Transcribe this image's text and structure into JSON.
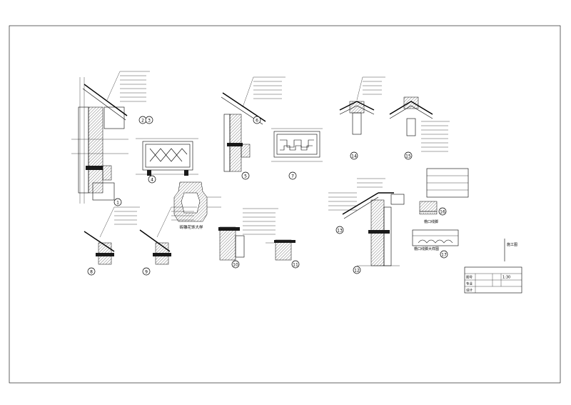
{
  "sheet": {
    "title_block": {
      "label_a": "图号",
      "scale": "1:30",
      "row3_a": "专业",
      "row4_a": "设计"
    },
    "side_note": "施工图"
  },
  "details": [
    {
      "num": "1"
    },
    {
      "num": "2"
    },
    {
      "num": "3"
    },
    {
      "num": "4"
    },
    {
      "num": "5"
    },
    {
      "num": "6"
    },
    {
      "num": "7"
    },
    {
      "num": "8"
    },
    {
      "num": "9"
    },
    {
      "num": "10"
    },
    {
      "num": "11"
    },
    {
      "num": "12"
    },
    {
      "num": "13"
    },
    {
      "num": "14"
    },
    {
      "num": "15"
    },
    {
      "num": "16"
    },
    {
      "num": "17"
    }
  ],
  "captions": {
    "ornament": "砖雕花饰大样",
    "detail16": "檐口线脚",
    "detail17": "檐口线脚大样图"
  }
}
